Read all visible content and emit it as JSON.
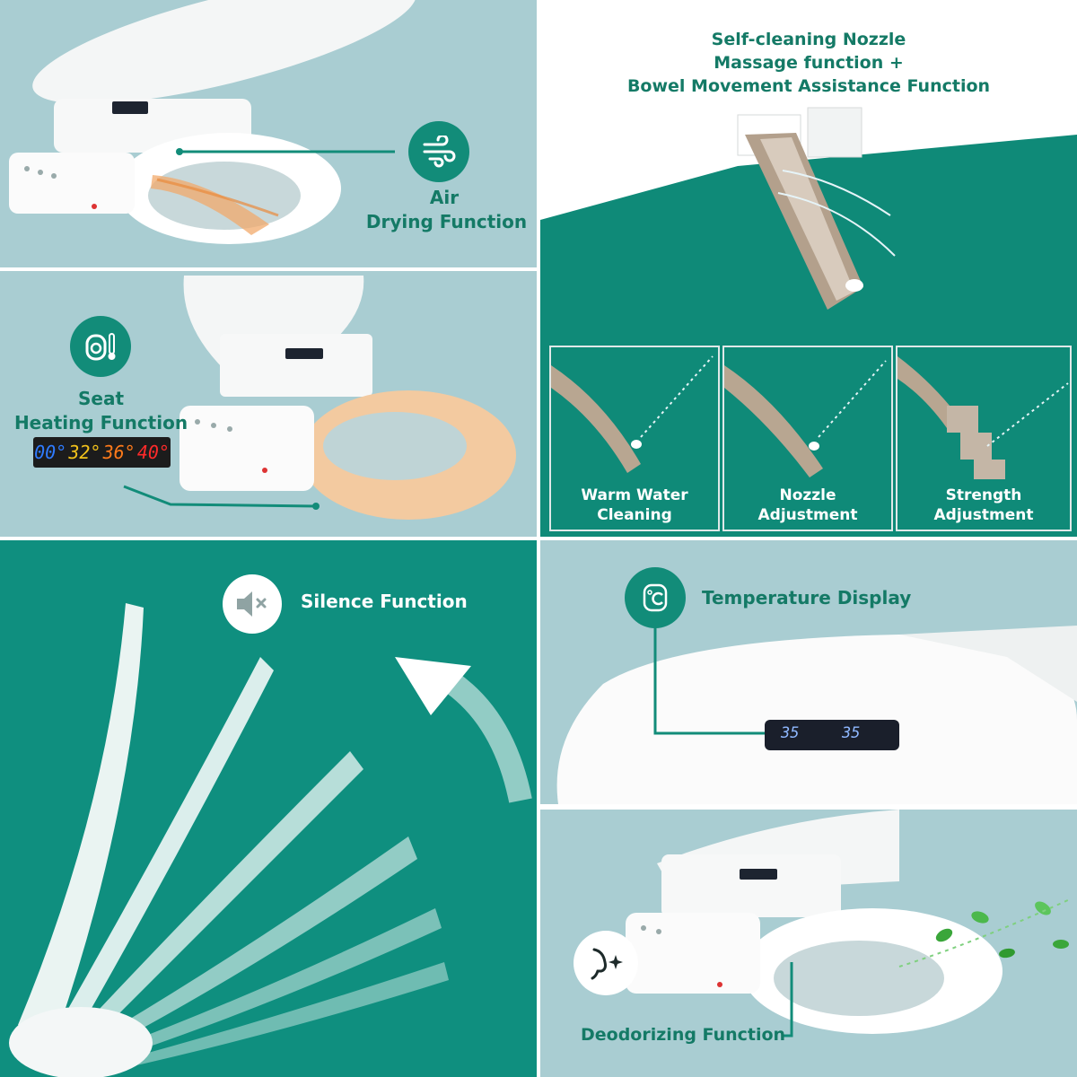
{
  "colors": {
    "accent_green": "#128c79",
    "label_green": "#147a66",
    "panel_light": "#a9cdd2",
    "panel_teal": "#0f8f7f"
  },
  "air_drying": {
    "icon": "wind-icon",
    "line1": "Air",
    "line2": "Drying Function"
  },
  "nozzle": {
    "title1": "Self-cleaning Nozzle",
    "title2": "Massage function +",
    "title3": "Bowel Movement Assistance Function",
    "sub": [
      {
        "line1": "Warm Water",
        "line2": "Cleaning"
      },
      {
        "line1": "Nozzle",
        "line2": "Adjustment"
      },
      {
        "line1": "Strength",
        "line2": "Adjustment"
      }
    ]
  },
  "seat_heating": {
    "icon": "seat-thermometer-icon",
    "line1": "Seat",
    "line2": "Heating Function",
    "temps": [
      {
        "value": "00°",
        "color": "#2f7bff"
      },
      {
        "value": "32°",
        "color": "#f2c21b"
      },
      {
        "value": "36°",
        "color": "#ff7a1a"
      },
      {
        "value": "40°",
        "color": "#ff2a2a"
      }
    ]
  },
  "silence": {
    "icon": "speaker-mute-icon",
    "label": "Silence Function"
  },
  "temperature_display": {
    "icon": "celsius-icon",
    "label": "Temperature Display",
    "readout_left": "35",
    "readout_right": "35"
  },
  "deodorizing": {
    "icon": "nose-sparkle-icon",
    "label": "Deodorizing Function"
  }
}
